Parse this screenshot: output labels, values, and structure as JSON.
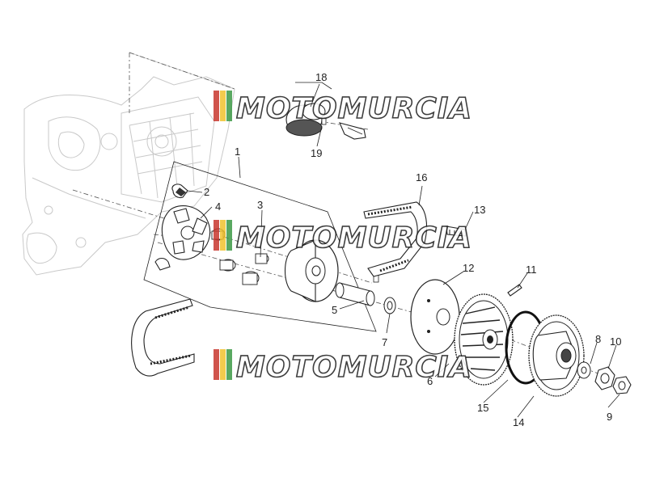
{
  "diagram": {
    "part_numbers": [
      "1",
      "2",
      "3",
      "4",
      "5",
      "5",
      "6",
      "7",
      "8",
      "9",
      "10",
      "11",
      "12",
      "13",
      "14",
      "15",
      "16",
      "18",
      "19"
    ]
  },
  "watermark": {
    "text": "MOTOMURCIA",
    "colors": [
      "#c8372d",
      "#f2c22e",
      "#3d9a46"
    ]
  },
  "colors": {
    "line": "#222222",
    "ghost": "#c9c9c9",
    "background": "#ffffff"
  }
}
